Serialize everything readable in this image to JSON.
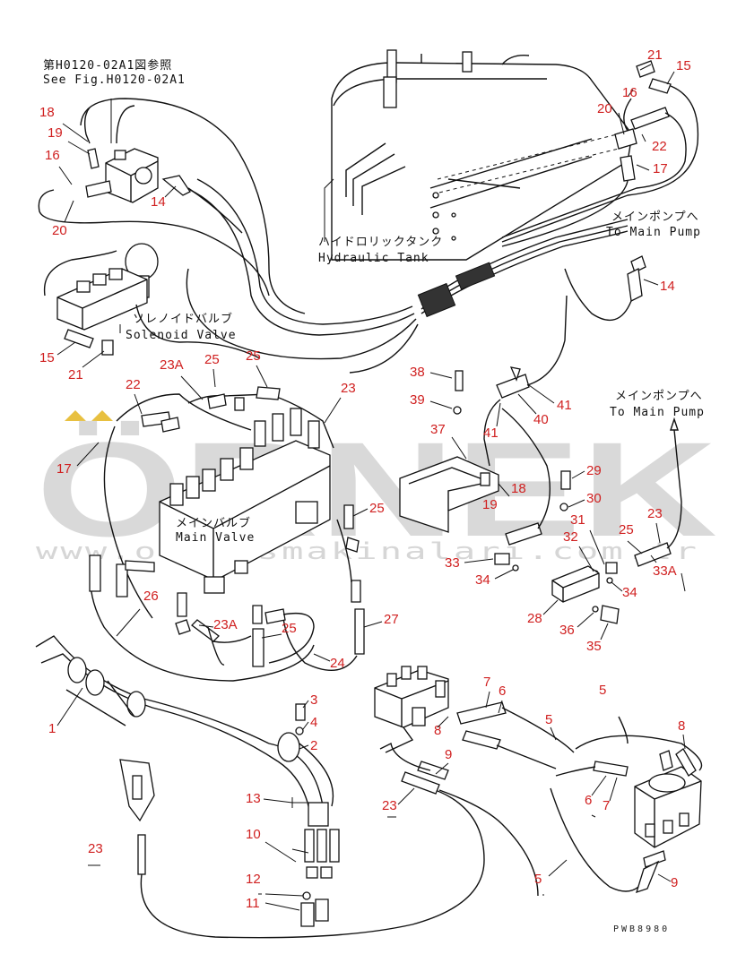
{
  "refs": {
    "fig_ref_jp": "第H0120-02A1図参照",
    "fig_ref_en": "See Fig.H0120-02A1"
  },
  "labels": {
    "hydraulic_tank_jp": "ハイドロリックタンク",
    "hydraulic_tank_en": "Hydraulic Tank",
    "solenoid_valve_jp": "ソレノイドバルブ",
    "solenoid_valve_en": "Solenoid Valve",
    "main_valve_jp": "メインバルブ",
    "main_valve_en": "Main Valve",
    "to_main_pump_jp_1": "メインポンプへ",
    "to_main_pump_en_1": "To Main Pump",
    "to_main_pump_jp_2": "メインポンプへ",
    "to_main_pump_en_2": "To Main Pump"
  },
  "watermark": {
    "brand": "ÖRNEK",
    "url": "www.orneksmakinalari.com.tr"
  },
  "drawing_code": "PWB8980",
  "part_numbers": [
    "21",
    "15",
    "16",
    "20",
    "22",
    "17",
    "18",
    "19",
    "16",
    "14",
    "20",
    "14",
    "15",
    "21",
    "22",
    "23A",
    "25",
    "25",
    "23",
    "17",
    "38",
    "39",
    "37",
    "41",
    "40",
    "41",
    "18",
    "19",
    "29",
    "30",
    "31",
    "32",
    "25",
    "23",
    "33A",
    "34",
    "33",
    "34",
    "28",
    "36",
    "35",
    "25",
    "26",
    "23A",
    "25",
    "27",
    "24",
    "1",
    "3",
    "4",
    "2",
    "13",
    "10",
    "12",
    "11",
    "23",
    "7",
    "6",
    "5",
    "8",
    "9",
    "23",
    "5",
    "8",
    "6",
    "7",
    "5",
    "9"
  ],
  "colors": {
    "callout": "#d02020",
    "line": "#111111",
    "watermark": "#d9d9d9",
    "watermark_accent": "#e8c040"
  }
}
